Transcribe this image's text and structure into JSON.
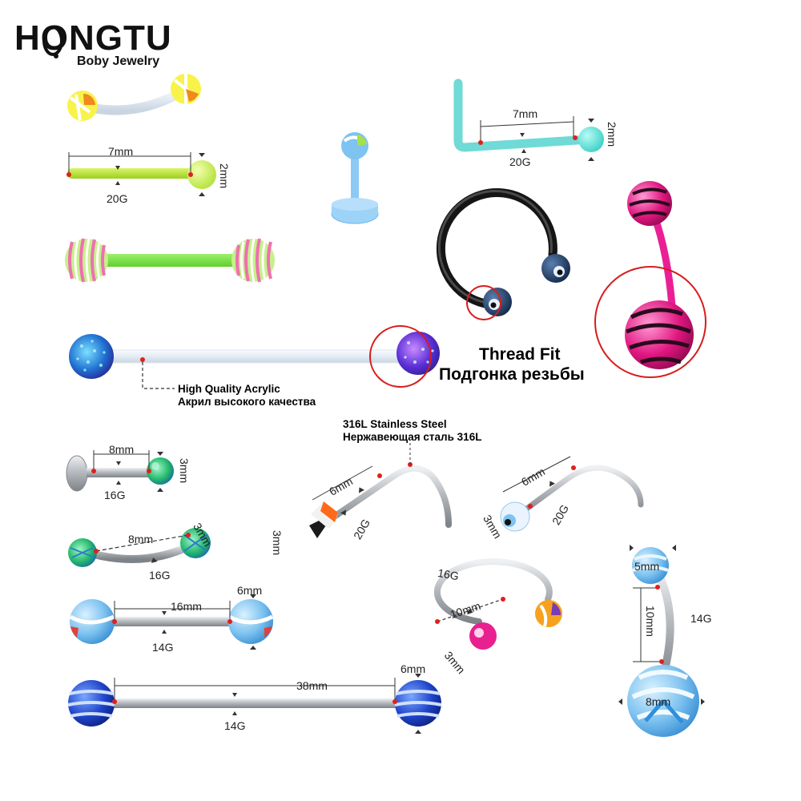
{
  "brand": {
    "name": "HONGTU",
    "tagline": "Boby Jewelry",
    "logo_icon": "ring-logo-icon"
  },
  "callouts": {
    "acrylic_en": "High Quality Acrylic",
    "acrylic_ru": "Акрил высокого качества",
    "thread_en": "Thread Fit",
    "thread_ru": "Подгонка резьбы",
    "steel_en": "316L Stainless Steel",
    "steel_ru": "Нержавеющая сталь 316L"
  },
  "dims": {
    "acrylic_barbell": {
      "length": "7mm",
      "gauge": "20G",
      "ball": "2mm"
    },
    "acrylic_nose": {
      "length": "7mm",
      "gauge": "20G",
      "ball": "2mm"
    },
    "labret": {
      "length": "8mm",
      "gauge": "16G",
      "ball": "3mm"
    },
    "curved": {
      "length": "8mm",
      "gauge": "16G",
      "ball": "3mm"
    },
    "barbell_16": {
      "length": "16mm",
      "gauge": "14G",
      "ball": "6mm"
    },
    "industrial": {
      "length": "38mm",
      "gauge": "14G",
      "ball": "6mm"
    },
    "nose_cone": {
      "length": "6mm",
      "gauge": "20G",
      "ball": "3mm"
    },
    "nose_eye": {
      "length": "6mm",
      "gauge": "20G",
      "ball": "3mm"
    },
    "horseshoe": {
      "gauge": "16G",
      "diameter": "10mm",
      "ball": "3mm"
    },
    "belly": {
      "top_ball": "5mm",
      "length": "10mm",
      "gauge": "14G",
      "bottom_ball": "8mm"
    }
  },
  "colors": {
    "steel": "#b9bcc0",
    "red_marker": "#e0201b",
    "acrylic_green": "#b6e63a",
    "acrylic_cyan": "#57d6d4",
    "acrylic_pink": "#ec1c9b",
    "clear_bar": "#eef3f7",
    "blue_ball": "#2f8fdc"
  }
}
